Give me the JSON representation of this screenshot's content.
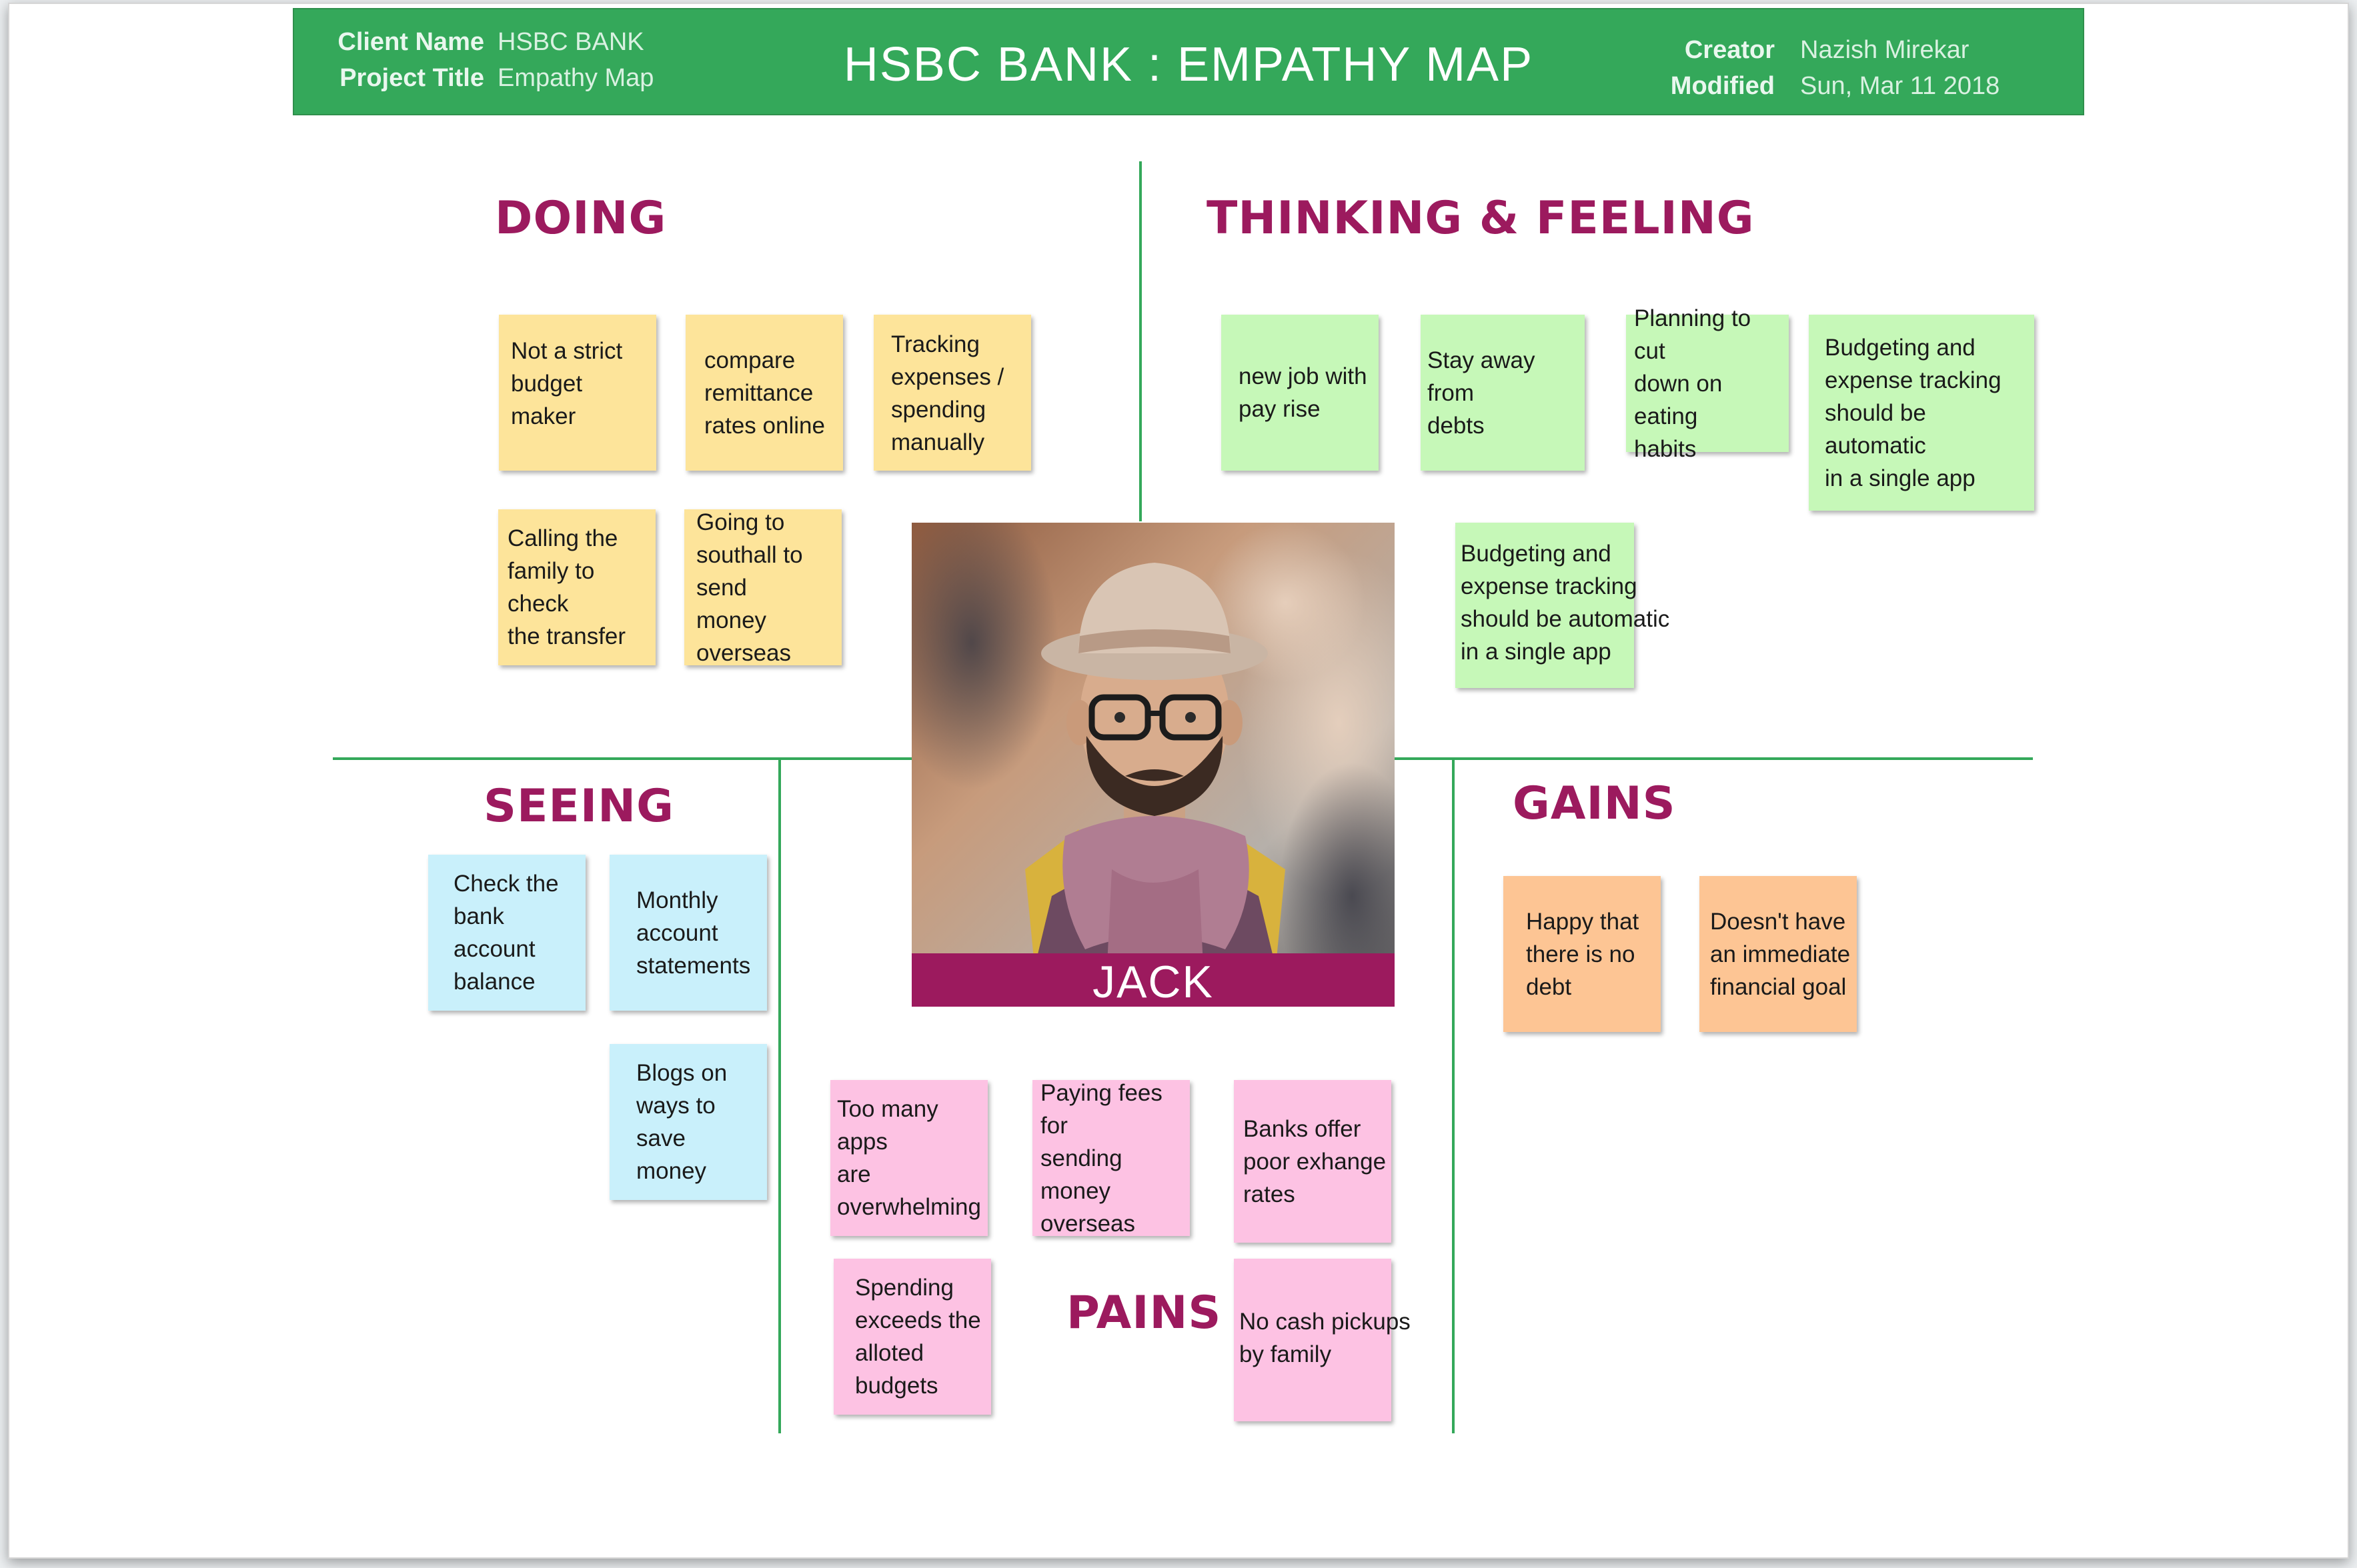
{
  "header": {
    "client_name_label": "Client Name",
    "client_name": "HSBC BANK",
    "project_title_label": "Project Title",
    "project_title": "Empathy Map",
    "title": "HSBC BANK : EMPATHY MAP",
    "creator_label": "Creator",
    "creator": "Nazish Mirekar",
    "modified_label": "Modified",
    "modified": "Sun, Mar 11 2018"
  },
  "sections": {
    "doing": "DOING",
    "thinking_feeling": "THINKING & FEELING",
    "seeing": "SEEING",
    "gains": "GAINS",
    "pains": "PAINS"
  },
  "persona": {
    "name": "JACK"
  },
  "doing_notes": [
    "Not a strict\nbudget\nmaker",
    "compare\nremittance\nrates online",
    "Tracking\nexpenses /\nspending\nmanually",
    "Calling the\nfamily to check\nthe transfer",
    "Going to\nsouthall to send\nmoney\noverseas"
  ],
  "thinking_notes": [
    "new job with\npay rise",
    "Stay away from\ndebts",
    "Planning to cut\ndown on eating\nhabits",
    "Budgeting and\nexpense tracking\nshould be automatic\nin a single app",
    "Budgeting and\nexpense tracking\nshould be automatic\nin a single app"
  ],
  "seeing_notes": [
    "Check the\nbank\naccount\nbalance",
    "Monthly\naccount\nstatements",
    "Blogs on\nways to\nsave money"
  ],
  "pains_notes": [
    "Too many apps\nare\noverwhelming",
    "Paying fees for\nsending money\noverseas",
    "Banks offer\npoor exhange\nrates",
    "Spending\nexceeds the\nalloted\nbudgets",
    "No cash pickups\nby family"
  ],
  "gains_notes": [
    "Happy that\nthere is no\ndebt",
    "Doesn't have\nan immediate\nfinancial goal"
  ],
  "colors": {
    "header_green": "#34a85a",
    "section_title": "#9c1a5e",
    "doing_note": "#fde49a",
    "thinking_note": "#c6f8b8",
    "seeing_note": "#c9f0fb",
    "pains_note": "#fdc2e3",
    "gains_note": "#fdc594"
  }
}
